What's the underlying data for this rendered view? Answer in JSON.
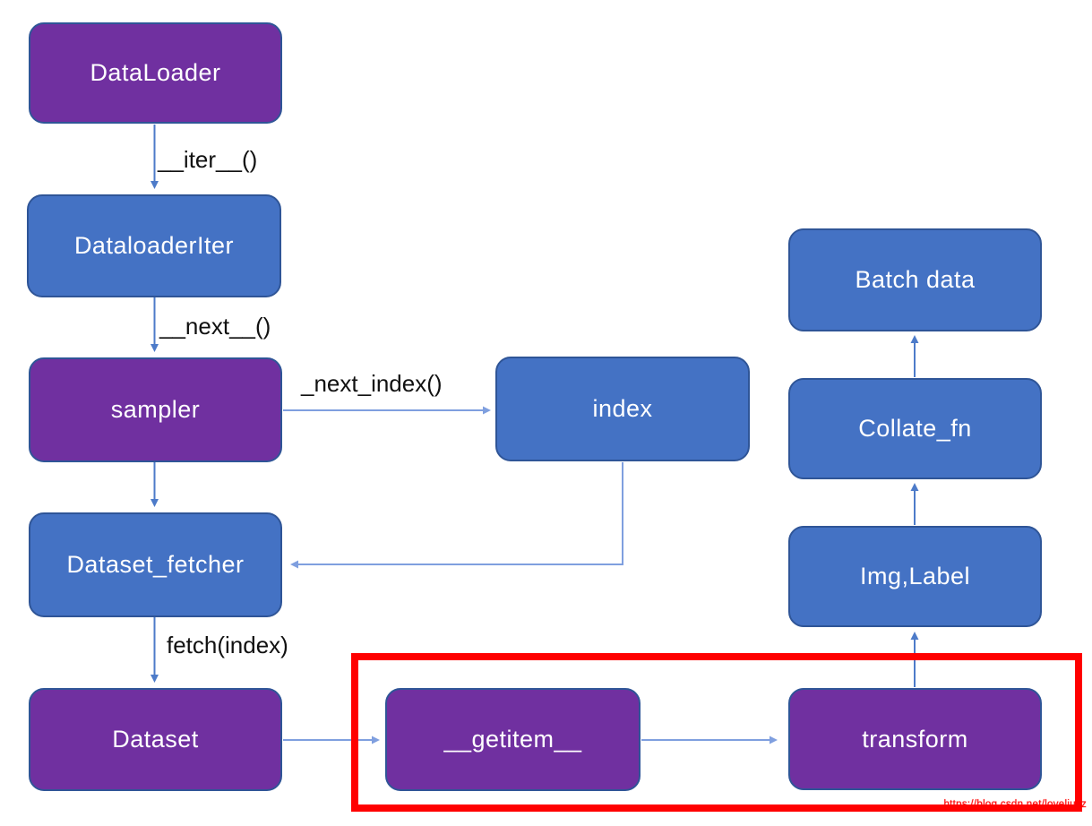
{
  "nodes": {
    "dataloader": {
      "label": "DataLoader",
      "fill": "#7030A0"
    },
    "dataloader_iter": {
      "label": "DataloaderIter",
      "fill": "#4472C4"
    },
    "sampler": {
      "label": "sampler",
      "fill": "#7030A0"
    },
    "index": {
      "label": "index",
      "fill": "#4472C4"
    },
    "dataset_fetcher": {
      "label": "Dataset_fetcher",
      "fill": "#4472C4"
    },
    "dataset": {
      "label": "Dataset",
      "fill": "#7030A0"
    },
    "getitem": {
      "label": "__getitem__",
      "fill": "#7030A0"
    },
    "transform": {
      "label": "transform",
      "fill": "#7030A0"
    },
    "img_label": {
      "label": "Img,Label",
      "fill": "#4472C4"
    },
    "collate_fn": {
      "label": "Collate_fn",
      "fill": "#4472C4"
    },
    "batch_data": {
      "label": "Batch data",
      "fill": "#4472C4"
    }
  },
  "edge_labels": {
    "iter": "__iter__()",
    "next": "__next__()",
    "next_index": "_next_index()",
    "fetch": "fetch(index)"
  },
  "watermark": "https://blog.csdn.net/loveliuzz",
  "colors": {
    "purple_fill": "#7030A0",
    "blue_fill": "#4472C4",
    "box_border": "#2F5597",
    "arrow": "#4D7BC9",
    "arrow_light": "#7F9FDF",
    "highlight_box": "#FF0000",
    "edge_label_text": "#111111",
    "node_text": "#FFFFFF"
  }
}
